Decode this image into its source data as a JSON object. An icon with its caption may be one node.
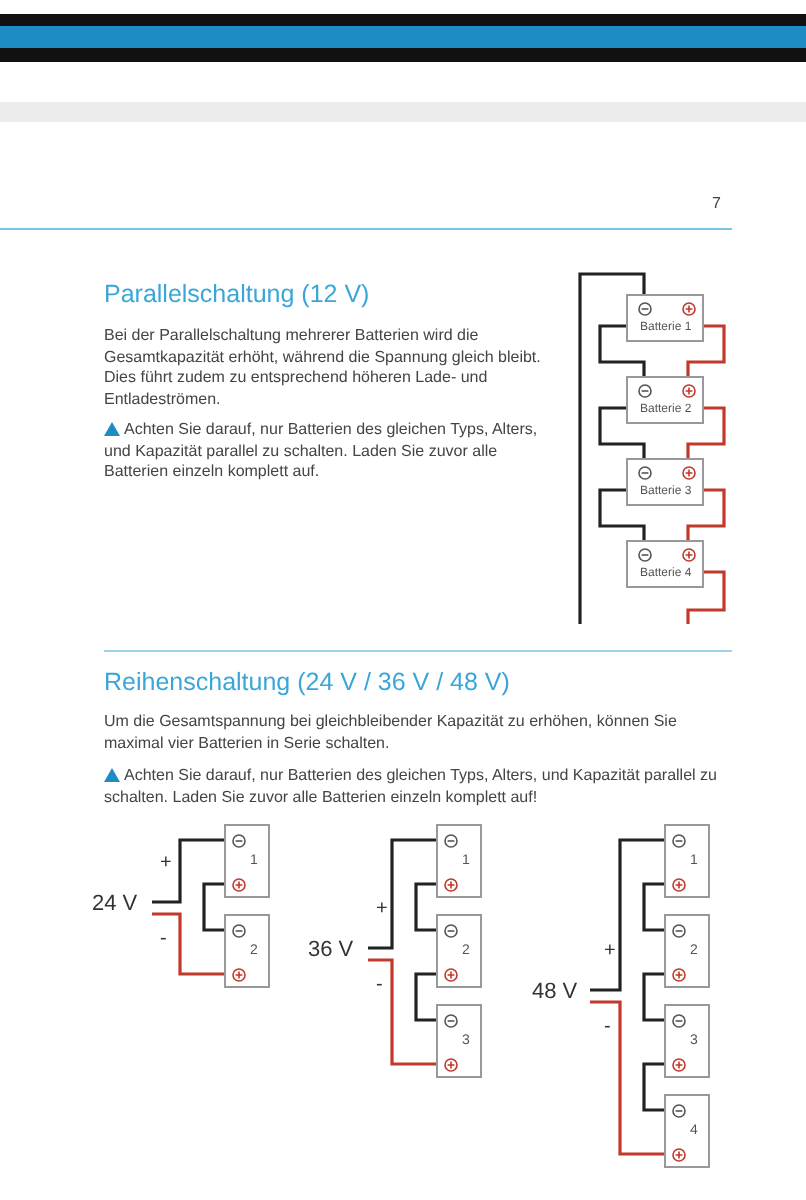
{
  "diagram": {
    "nodes": [
      {
        "text": [
          "Batterie 1"
        ]
      },
      {
        "text": [
          "Batterie 2"
        ]
      },
      {
        "text": [
          "Batterie 3"
        ]
      },
      {
        "text": [
          "Batterie 4"
        ]
      },
      {
        "text": [
          "24 V"
        ],
        "beside": [
          "+",
          "-"
        ]
      },
      {
        "text": [
          "1"
        ]
      },
      {
        "text": [
          "2"
        ]
      },
      {
        "text": [
          "36 V"
        ],
        "beside": [
          "+",
          "-"
        ]
      },
      {
        "text": [
          "1"
        ]
      },
      {
        "text": [
          "2"
        ]
      },
      {
        "text": [
          "3"
        ]
      },
      {
        "text": [
          "48 V"
        ],
        "beside": [
          "+",
          "-"
        ]
      },
      {
        "text": [
          "1"
        ]
      },
      {
        "text": [
          "2"
        ]
      },
      {
        "text": [
          "3"
        ]
      },
      {
        "text": [
          "4"
        ]
      }
    ],
    "edges": [
      {
        "from": null,
        "to": 0,
        "arrow": "none"
      },
      {
        "from": 0,
        "to": 1,
        "arrow": "none"
      },
      {
        "from": 1,
        "to": 2,
        "arrow": "none"
      },
      {
        "from": 2,
        "to": 3,
        "arrow": "none"
      },
      {
        "from": 0,
        "to": 1,
        "arrow": "none",
        "color": "#c0392b"
      },
      {
        "from": 1,
        "to": 2,
        "arrow": "none",
        "color": "#c0392b"
      },
      {
        "from": 2,
        "to": 3,
        "arrow": "none",
        "color": "#c0392b"
      },
      {
        "from": 3,
        "to": null,
        "arrow": "none",
        "color": "#c0392b"
      },
      {
        "from": 4,
        "to": 5,
        "arrow": "none"
      },
      {
        "from": 5,
        "to": 6,
        "arrow": "none"
      },
      {
        "from": 4,
        "to": 6,
        "arrow": "none",
        "color": "#c0392b"
      },
      {
        "from": 7,
        "to": 8,
        "arrow": "none"
      },
      {
        "from": 8,
        "to": 9,
        "arrow": "none"
      },
      {
        "from": 9,
        "to": 10,
        "arrow": "none"
      },
      {
        "from": 7,
        "to": 10,
        "arrow": "none",
        "color": "#c0392b"
      },
      {
        "from": 11,
        "to": 12,
        "arrow": "none"
      },
      {
        "from": 12,
        "to": 13,
        "arrow": "none"
      },
      {
        "from": 13,
        "to": 14,
        "arrow": "none"
      },
      {
        "from": 14,
        "to": 15,
        "arrow": "none"
      },
      {
        "from": 11,
        "to": 15,
        "arrow": "none",
        "color": "#c0392b"
      }
    ],
    "labels": [
      "7",
      "Parallelschaltung (12 V)",
      "Bei der Parallelschaltung mehrerer Batterien wird die Gesamtkapazität erhöht, während die Spannung gleich bleibt. Dies führt zudem zu entsprechend höheren Lade- und Entladeströmen.",
      "Achten Sie darauf, nur Batterien des gleichen Typs, Alters, und Kapazität parallel zu schalten. Laden Sie zuvor alle Batterien einzeln komplett auf.",
      "Reihenschaltung (24 V / 36 V / 48 V)",
      "Um die Gesamtspannung bei gleichbleibender Kapazität zu erhöhen, können Sie maximal vier Batterien in Serie schalten.",
      "Achten Sie darauf, nur Batterien des gleichen Typs, Alters, und Kapazität parallel zu schalten. Laden Sie zuvor alle Batterien einzeln komplett auf!"
    ]
  }
}
